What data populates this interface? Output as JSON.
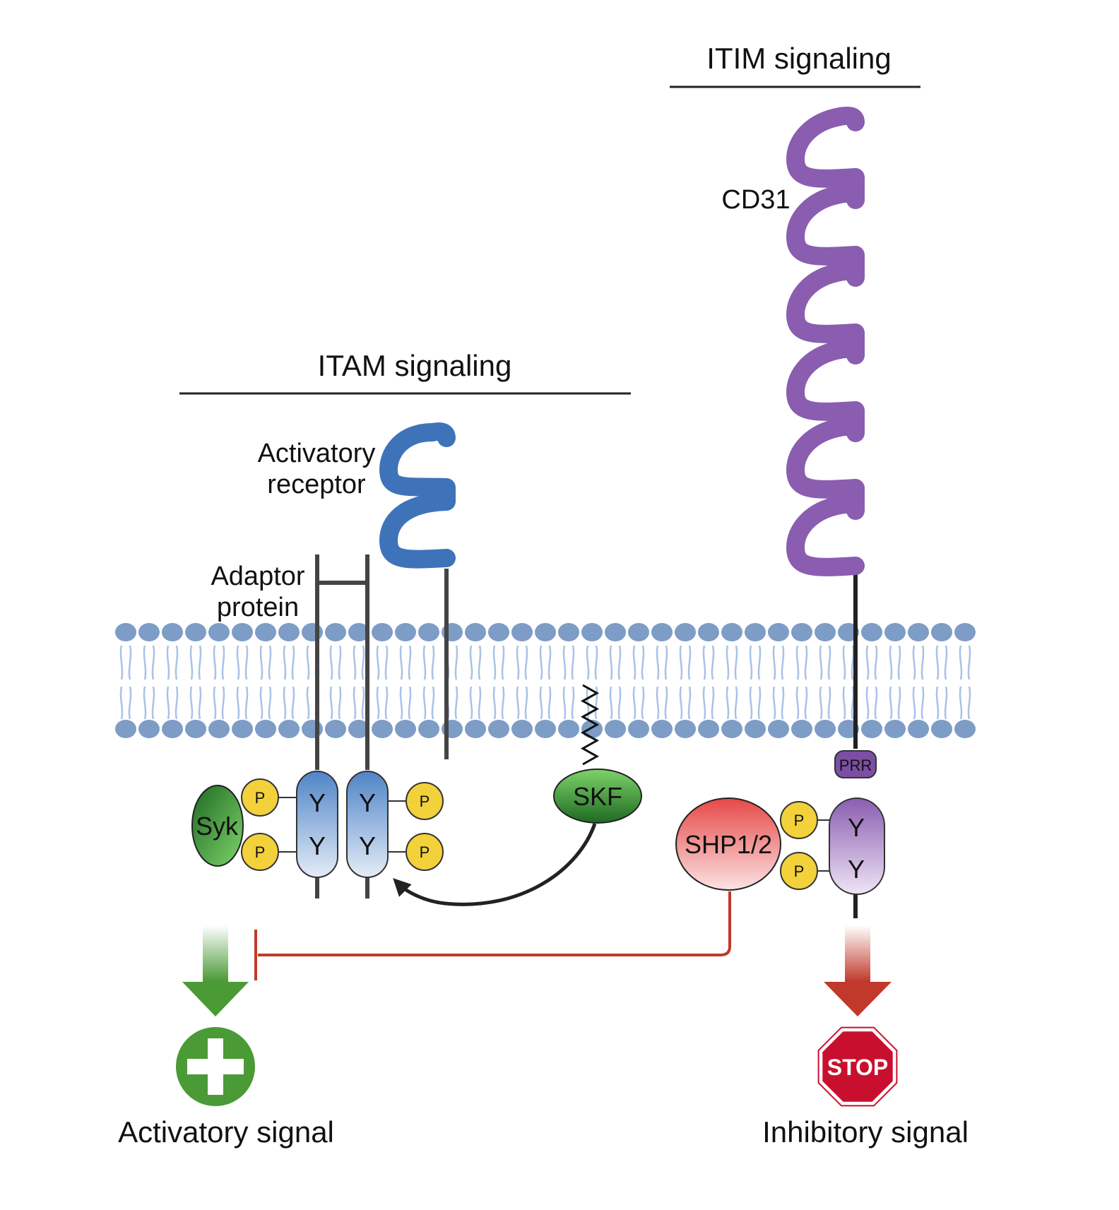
{
  "headings": {
    "itim": "ITIM signaling",
    "itam": "ITAM signaling"
  },
  "labels": {
    "cd31": "CD31",
    "activatory_receptor_line1": "Activatory",
    "activatory_receptor_line2": "receptor",
    "adaptor_line1": "Adaptor",
    "adaptor_line2": "protein",
    "syk": "Syk",
    "skf": "SKF",
    "shp": "SHP1/2",
    "prr": "PRR",
    "tyrosine": "Y",
    "phospho": "P",
    "stop": "STOP",
    "activatory_signal": "Activatory signal",
    "inhibitory_signal": "Inhibitory signal"
  },
  "colors": {
    "cd31_purple": "#8a5db0",
    "receptor_blue": "#3f73b9",
    "membrane_head": "#7d9cc6",
    "membrane_tail": "#a9c2e6",
    "phospho_yellow": "#f2d13b",
    "activation_green": "#4a9a35",
    "inhibition_red": "#c0392b",
    "stop_red": "#c8102e"
  }
}
